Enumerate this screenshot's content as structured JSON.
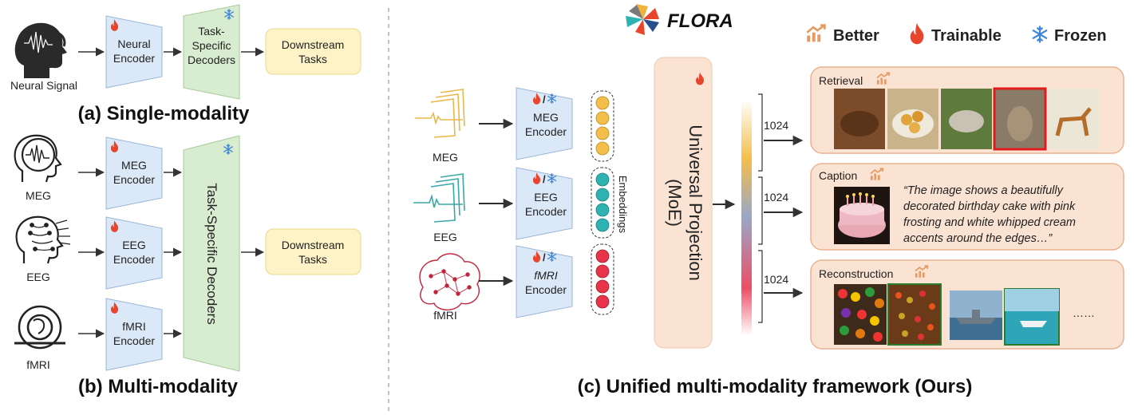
{
  "left": {
    "panel_a": {
      "input_label": "Neural Signal",
      "encoder_label": [
        "Neural",
        "Encoder"
      ],
      "decoder_label": [
        "Task-",
        "Specific",
        "Decoders"
      ],
      "downstream_label": [
        "Downstream",
        "Tasks"
      ],
      "caption": "(a) Single-modality"
    },
    "panel_b": {
      "meg_label": "MEG",
      "eeg_label": "EEG",
      "fmri_label": "fMRI",
      "meg_encoder": [
        "MEG",
        "Encoder"
      ],
      "eeg_encoder": [
        "EEG",
        "Encoder"
      ],
      "fmri_encoder": [
        "fMRI",
        "Encoder"
      ],
      "decoder_label": "Task-Specific Decoders",
      "downstream_label": [
        "Downstream",
        "Tasks"
      ],
      "caption": "(b) Multi-modality"
    }
  },
  "right": {
    "logo_text": "FLORA",
    "legend": {
      "better": "Better",
      "trainable": "Trainable",
      "frozen": "Frozen"
    },
    "inputs": {
      "meg": "MEG",
      "eeg": "EEG",
      "fmri": "fMRI"
    },
    "encoders": {
      "meg": [
        "MEG",
        "Encoder"
      ],
      "eeg": [
        "EEG",
        "Encoder"
      ],
      "fmri": [
        "fMRI",
        "Encoder"
      ]
    },
    "embeddings_label": "Embeddings",
    "projection_label": [
      "Universal Projection",
      "(MoE)"
    ],
    "dims": [
      "1024",
      "1024",
      "1024"
    ],
    "tasks": {
      "retrieval": "Retrieval",
      "caption": "Caption",
      "caption_text": [
        "“The image shows a beautifully",
        "decorated birthday cake with pink",
        "frosting and white whipped cream",
        "accents around the edges…”"
      ],
      "reconstruction": "Reconstruction",
      "ellipsis": "……"
    },
    "caption": "(c) Unified multi-modality framework (Ours)"
  },
  "colors": {
    "encoder": "#dbe8f7",
    "decoder": "#d8ecd0",
    "downstream": "#fdf3c6",
    "panel": "#fbe3d3",
    "meg": "#f3bf4a",
    "eeg": "#2fb2b2",
    "fmri": "#e8334a",
    "flame": "#e8452c",
    "snow": "#3e86d8"
  }
}
